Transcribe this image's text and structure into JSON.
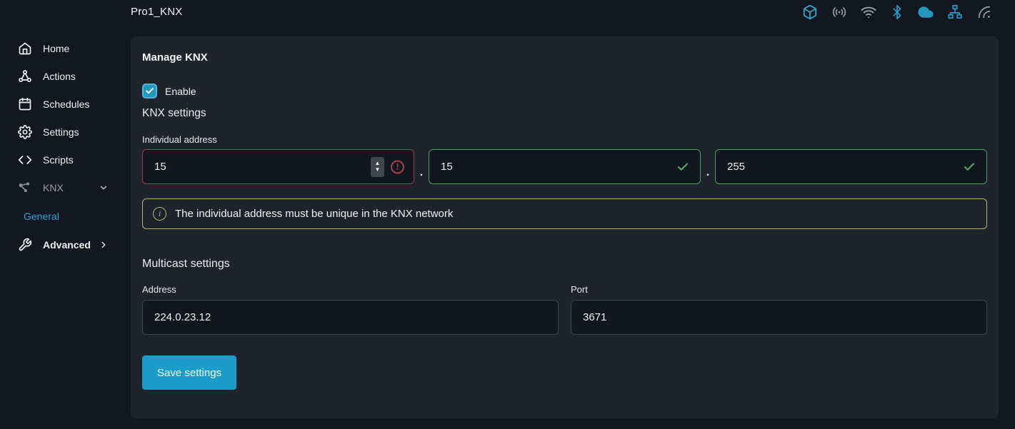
{
  "topbar": {
    "title": "Pro1_KNX",
    "status_icons": [
      "cube-icon",
      "broadcast-icon",
      "wifi-icon",
      "bluetooth-icon",
      "cloud-icon",
      "lan-icon",
      "nearby-signal-icon"
    ]
  },
  "sidebar": {
    "items": [
      {
        "label": "Home"
      },
      {
        "label": "Actions"
      },
      {
        "label": "Schedules"
      },
      {
        "label": "Settings"
      },
      {
        "label": "Scripts"
      },
      {
        "label": "KNX",
        "expanded": true
      },
      {
        "label": "General",
        "active": true
      },
      {
        "label": "Advanced"
      }
    ]
  },
  "main": {
    "heading": "Manage KNX",
    "enable": {
      "label": "Enable",
      "checked": true
    },
    "knx_settings": {
      "section_label": "KNX settings",
      "individual_address": {
        "label": "Individual address",
        "separator": ".",
        "fields": [
          {
            "value": "15",
            "state": "error"
          },
          {
            "value": "15",
            "state": "valid"
          },
          {
            "value": "255",
            "state": "valid"
          }
        ]
      },
      "info_message": "The individual address must be unique in the KNX network"
    },
    "multicast": {
      "heading": "Multicast settings",
      "address": {
        "label": "Address",
        "value": "224.0.23.12"
      },
      "port": {
        "label": "Port",
        "value": "3671"
      }
    },
    "save_button_label": "Save settings"
  },
  "colors": {
    "page_bg": "#121721",
    "card_bg": "#1f242c",
    "input_bg": "#12161e",
    "accent_cyan": "#2596be",
    "button_cyan": "#1b9cc9",
    "link_cyan": "#2ea4d6",
    "error_red": "#9c3f46",
    "valid_green": "#4e9e5f",
    "info_olive": "#b5b273"
  }
}
